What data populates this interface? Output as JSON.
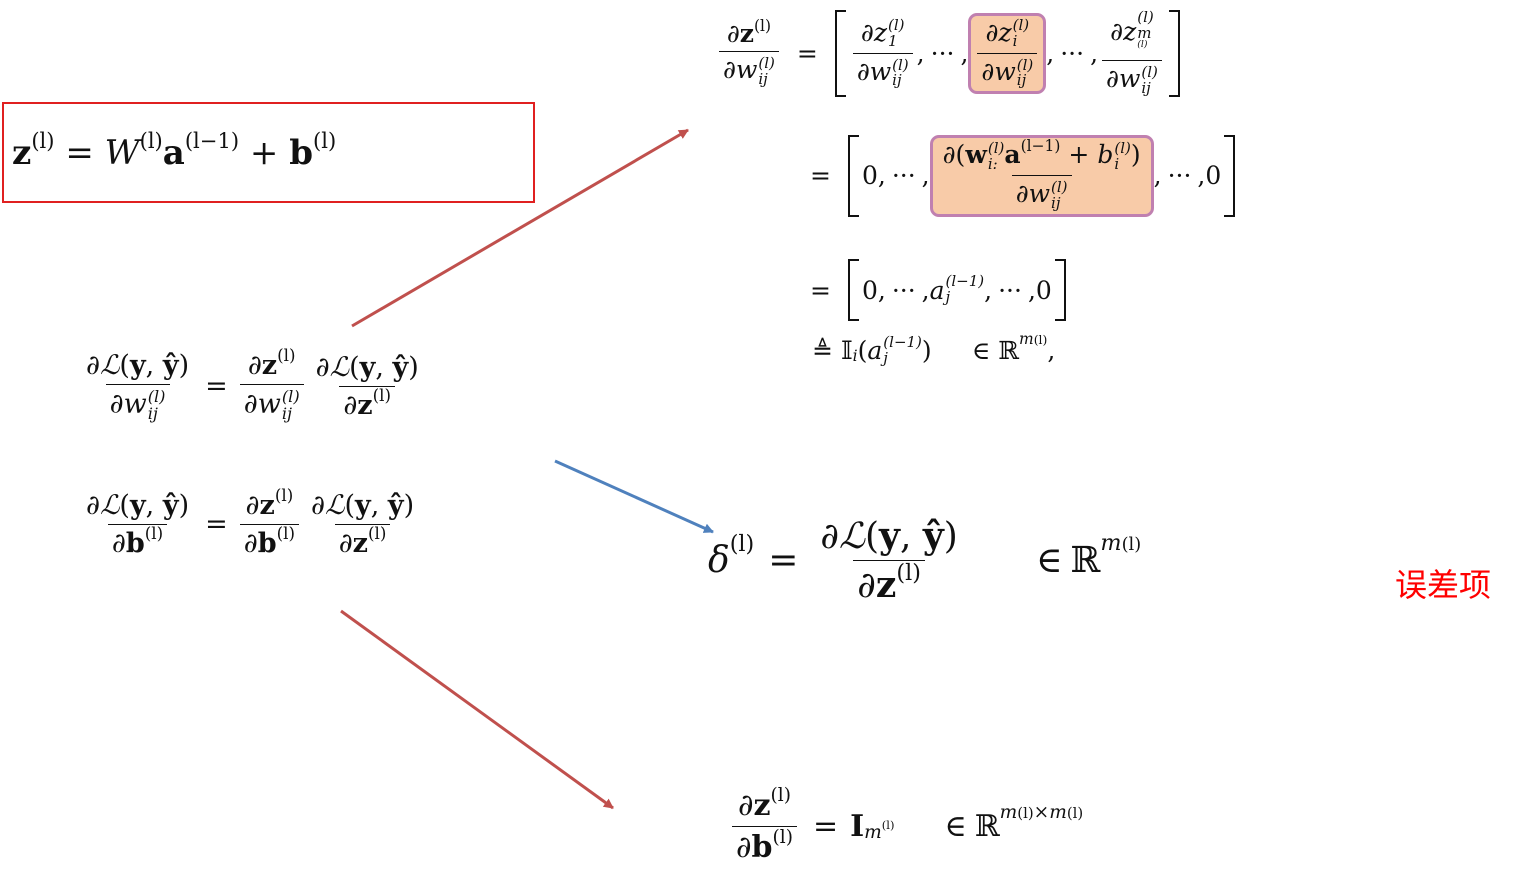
{
  "boxed_equation": {
    "lhs": "z",
    "eq": "=",
    "W": "W",
    "a": "a",
    "plus": "+",
    "b": "b",
    "sup_l": "(l)",
    "sup_lm1": "(l−1)"
  },
  "symbols": {
    "partial": "∂",
    "L": "ℒ",
    "y": "y",
    "yhat": "ŷ",
    "comma": ",",
    "lparen": "(",
    "rparen": ")",
    "z": "z",
    "b": "b",
    "w": "w",
    "a": "a",
    "sup_l": "(l)",
    "sup_lm1": "(l−1)",
    "ij": "ij",
    "i": "i",
    "j": "j",
    "one": "1",
    "m": "m",
    "i_colon": "i:",
    "eq": "=",
    "dots": "···",
    "zero": "0",
    "plus": "+",
    "triangleq": "≜",
    "in": "∈",
    "R": "ℝ",
    "I_bb": "𝕀",
    "I_bold": "I",
    "delta": "δ",
    "times": "×"
  },
  "annotation": {
    "error_term": "误差项"
  },
  "colors": {
    "red_box": "#e02020",
    "arrow_red": "#c0504d",
    "arrow_blue": "#4f81bd",
    "highlight_fill": "#f8cba8",
    "highlight_border": "#c080b0",
    "label_red": "#ff0000"
  }
}
